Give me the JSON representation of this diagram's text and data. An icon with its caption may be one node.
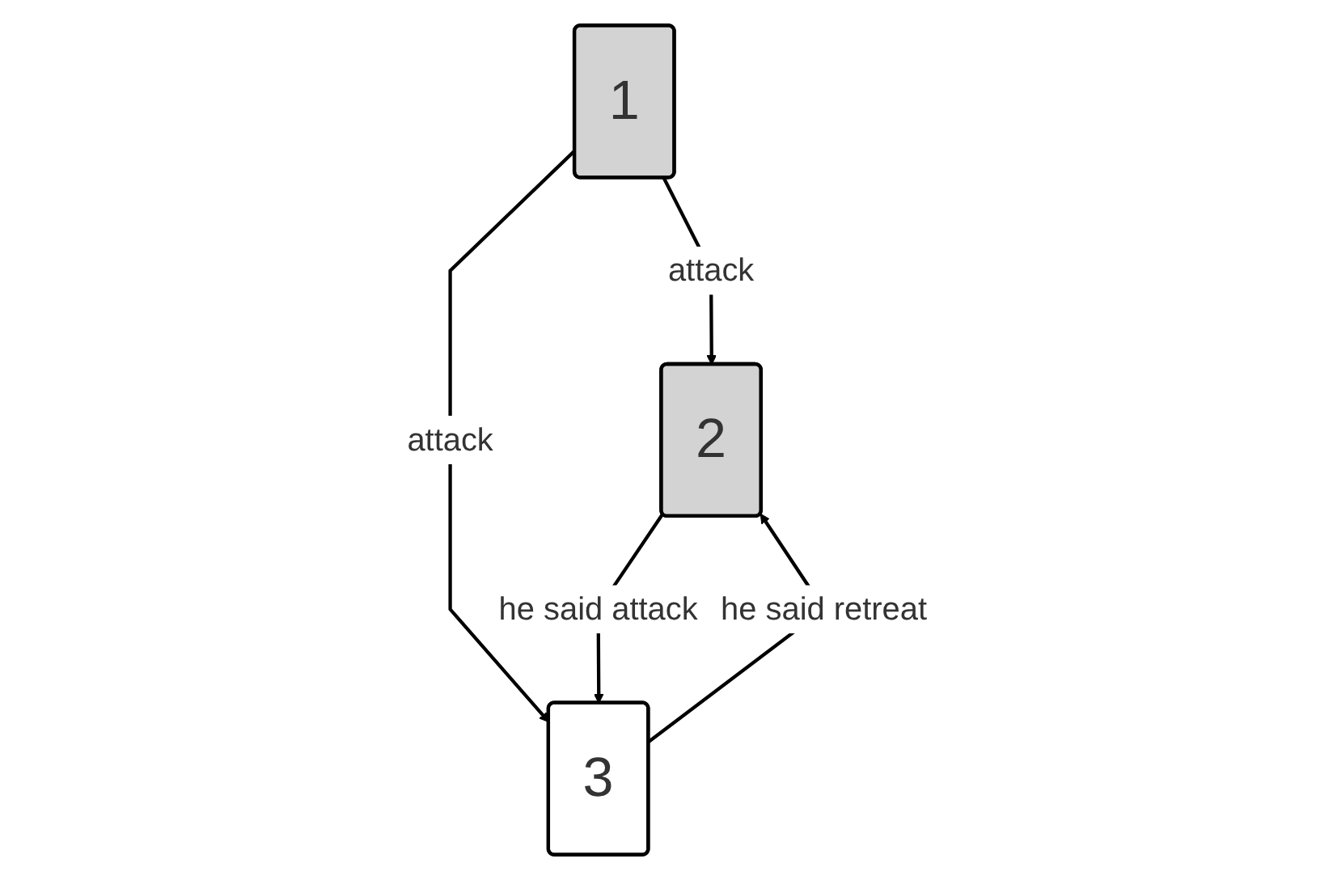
{
  "diagram": {
    "nodes": [
      {
        "text": [
          "1"
        ]
      },
      {
        "text": [
          "2"
        ]
      },
      {
        "text": [
          "3"
        ]
      }
    ],
    "edges": [
      {
        "from": 0,
        "to": 1,
        "arrow": "to",
        "label": "attack"
      },
      {
        "from": 0,
        "to": 2,
        "arrow": "to",
        "label": "attack"
      },
      {
        "from": 1,
        "to": 2,
        "arrow": "to",
        "label": "he said attack"
      },
      {
        "from": 2,
        "to": 1,
        "arrow": "to",
        "label": "he said retreat"
      }
    ]
  }
}
